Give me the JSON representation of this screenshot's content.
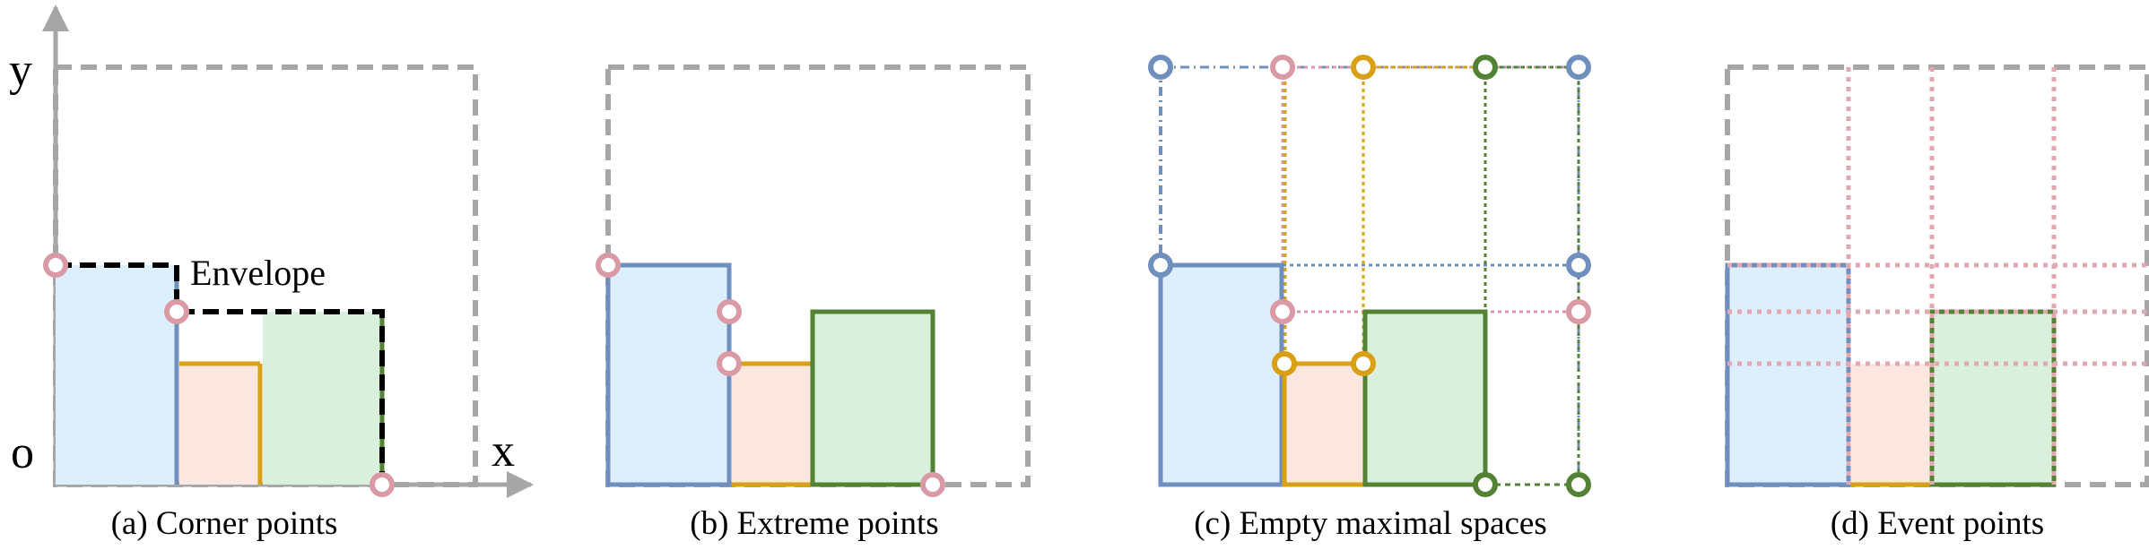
{
  "axes": {
    "y_label": "y",
    "x_label": "x",
    "origin_label": "o"
  },
  "annotations": {
    "envelope": "Envelope"
  },
  "captions": {
    "a": "(a) Corner points",
    "b": "(b) Extreme points",
    "c": "(c) Empty maximal spaces",
    "d": "(d) Event points"
  },
  "colors": {
    "container_border": "#a6a6a6",
    "blue_stroke": "#6f8fbf",
    "blue_fill": "#ddeefc",
    "orange_stroke": "#d9a016",
    "orange_fill": "#fbe7df",
    "green_stroke": "#548235",
    "green_fill": "#d9f0dc",
    "point_pink": "#d99aa6",
    "event_line": "#e2a8b2",
    "envelope": "#000000"
  }
}
